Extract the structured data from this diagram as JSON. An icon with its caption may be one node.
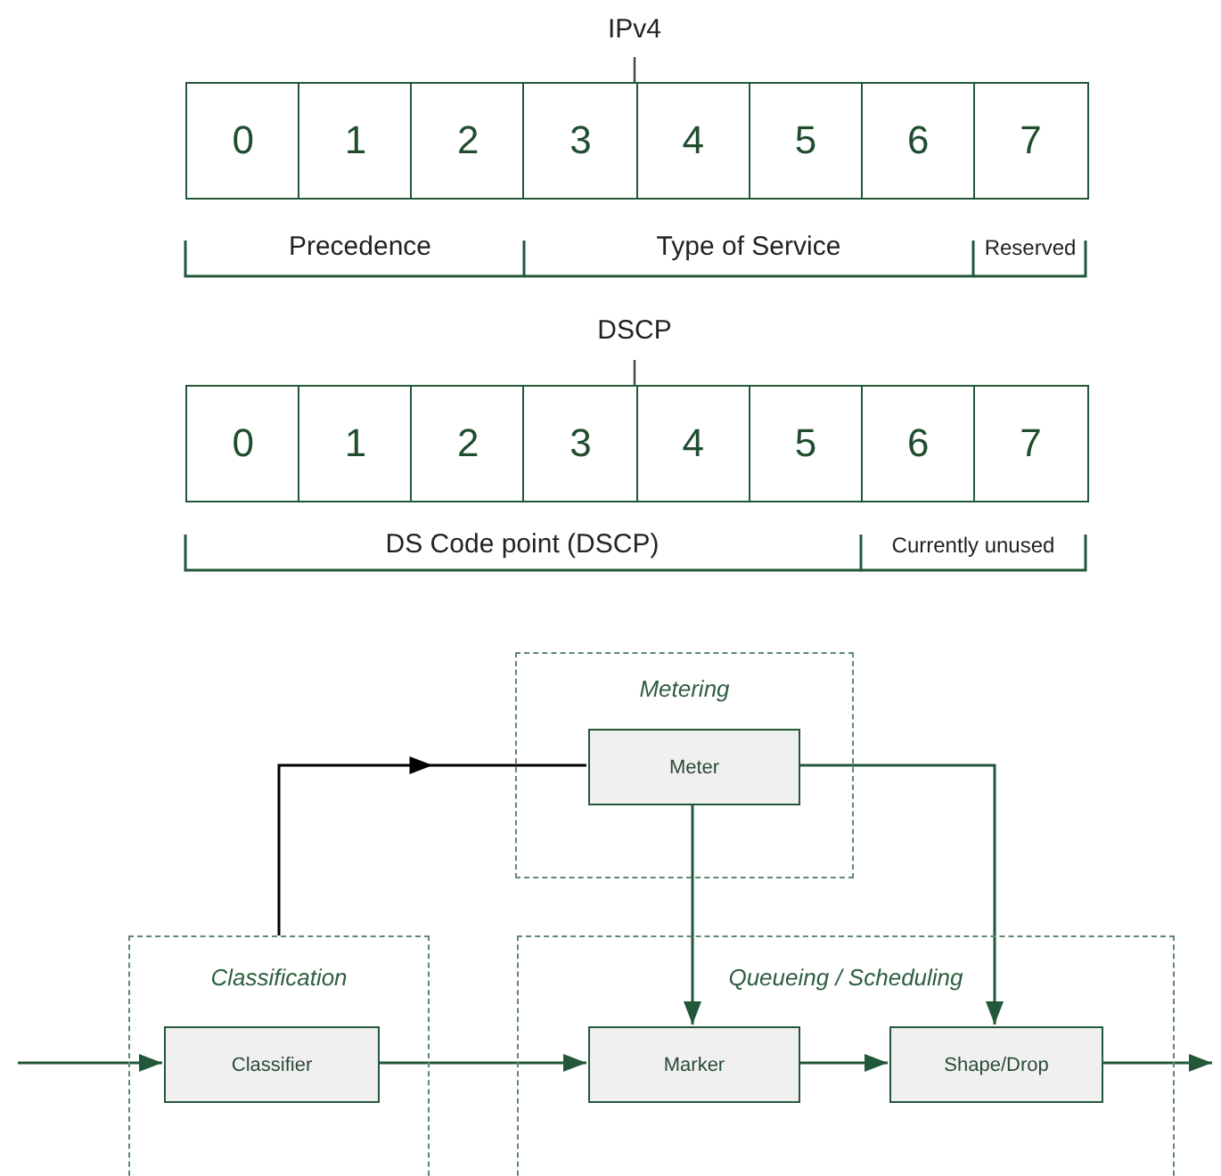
{
  "diagram": {
    "nodes": [
      {
        "text": [
          "0"
        ]
      },
      {
        "text": [
          "1"
        ]
      },
      {
        "text": [
          "2"
        ]
      },
      {
        "text": [
          "3"
        ]
      },
      {
        "text": [
          "4"
        ]
      },
      {
        "text": [
          "5"
        ]
      },
      {
        "text": [
          "6"
        ]
      },
      {
        "text": [
          "7"
        ]
      },
      {
        "text": [
          "0"
        ]
      },
      {
        "text": [
          "1"
        ]
      },
      {
        "text": [
          "2"
        ]
      },
      {
        "text": [
          "3"
        ]
      },
      {
        "text": [
          "4"
        ]
      },
      {
        "text": [
          "5"
        ]
      },
      {
        "text": [
          "6"
        ]
      },
      {
        "text": [
          "7"
        ]
      },
      {
        "text": [
          "Metering"
        ]
      },
      {
        "text": [
          "Meter"
        ],
        "in": 16
      },
      {
        "text": [
          "Classification"
        ]
      },
      {
        "text": [
          "Classifier"
        ],
        "in": 18
      },
      {
        "text": [
          "Queueing / Scheduling"
        ]
      },
      {
        "text": [
          "Marker"
        ],
        "in": 20
      },
      {
        "text": [
          "Shape/Drop"
        ],
        "in": 20
      }
    ],
    "edges": [
      {
        "from": null,
        "to": 19,
        "arrow": "to"
      },
      {
        "from": 19,
        "to": 21,
        "arrow": "to"
      },
      {
        "from": 21,
        "to": 22,
        "arrow": "to"
      },
      {
        "from": 22,
        "to": null,
        "arrow": "to"
      },
      {
        "from": 18,
        "to": 17,
        "arrow": "to",
        "color": "#000000"
      },
      {
        "from": 17,
        "to": 21,
        "arrow": "to"
      },
      {
        "from": 17,
        "to": 22,
        "arrow": "to"
      }
    ],
    "labels": [
      "IPv4",
      "Precedence",
      "Type of Service",
      "Reserved",
      "DSCP",
      "DS Code point (DSCP)",
      "Currently unused"
    ]
  }
}
